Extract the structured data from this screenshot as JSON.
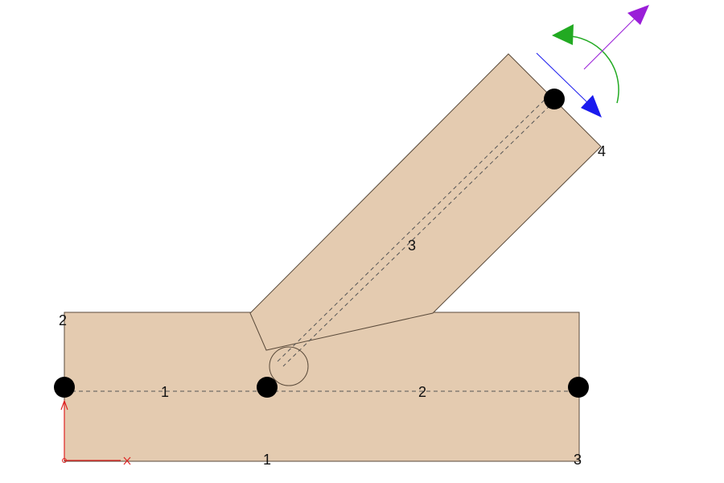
{
  "colors": {
    "member_fill": "#e4cbb0",
    "member_edge": "#5a4a3a",
    "node": "#000000",
    "axis_line": "#555555",
    "origin_axis": "#dd2222",
    "rotation_arrow": "#22aa22",
    "normal_arrow": "#1a1aee",
    "tangent_arrow": "#9a1ed8"
  },
  "labels": {
    "corner_top_left": "2",
    "corner_bottom_right": "3",
    "corner_brace_top": "4",
    "bottom_edge_number": "1",
    "member_1": "1",
    "member_2": "2",
    "member_3": "3"
  },
  "icons": {
    "origin": "coordinate-axes-icon",
    "rotation": "rotation-arrow-icon",
    "normal": "normal-force-arrow-icon",
    "tangent": "tangent-force-arrow-icon"
  }
}
